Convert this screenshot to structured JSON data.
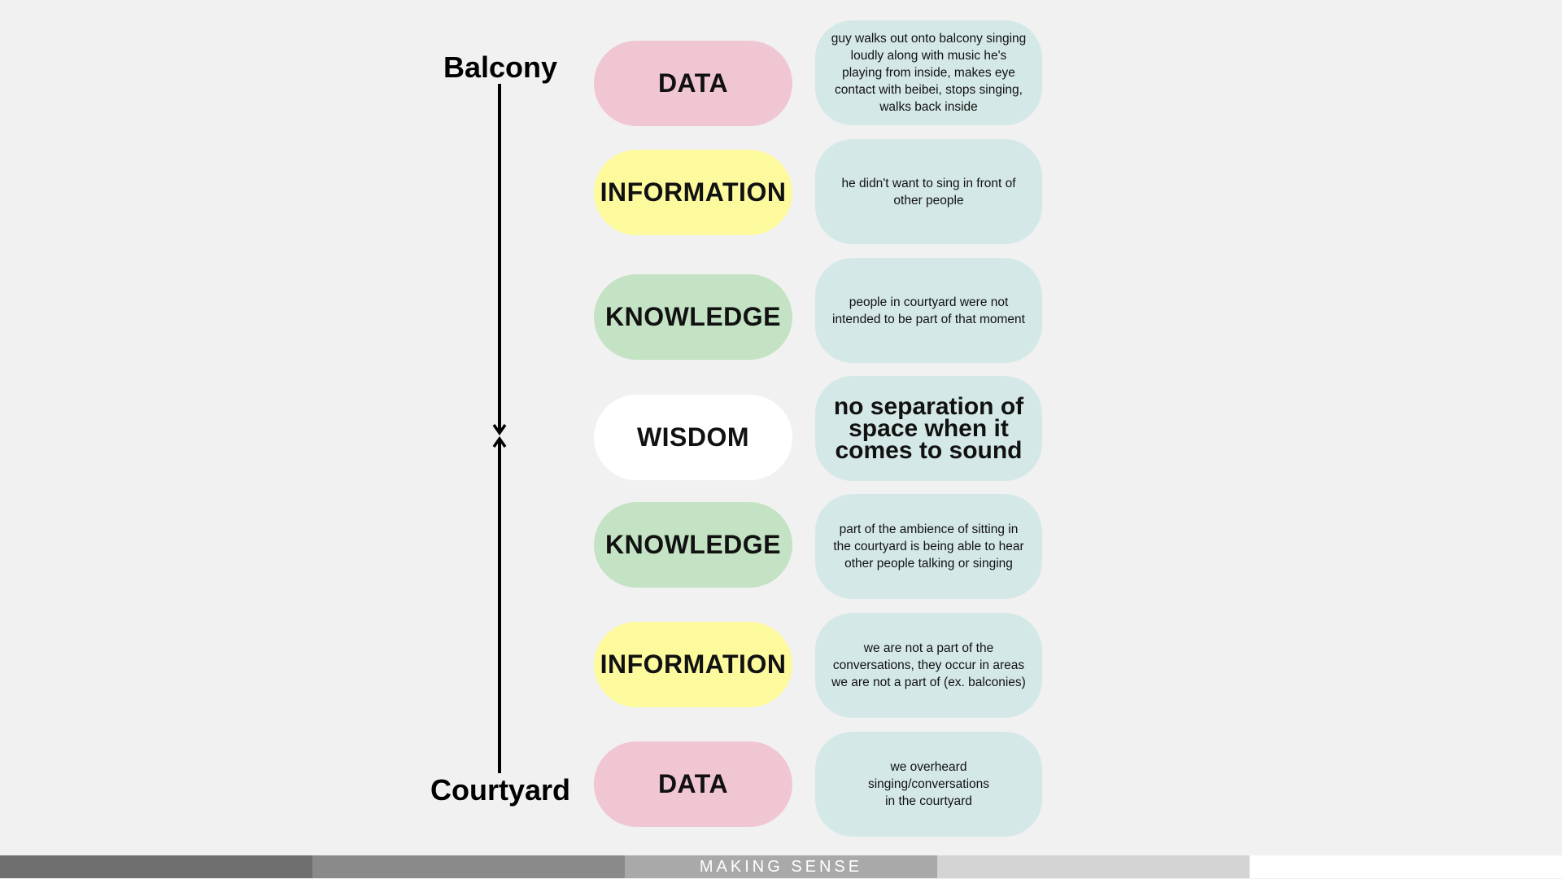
{
  "axis": {
    "top_label": "Balcony",
    "bottom_label": "Courtyard"
  },
  "colors": {
    "data": "#f1c6d3",
    "information": "#fdfa9e",
    "knowledge": "#c4e2c4",
    "wisdom": "#ffffff",
    "note": "#d5e8e8"
  },
  "rows": [
    {
      "level": "DATA",
      "color": "#f1c6d3",
      "note": "guy walks out onto balcony singing loudly along with music he's playing from inside, makes eye contact with beibei, stops singing, walks back inside"
    },
    {
      "level": "INFORMATION",
      "color": "#fdfa9e",
      "note": "he didn't want to sing in front of other people"
    },
    {
      "level": "KNOWLEDGE",
      "color": "#c4e2c4",
      "note": "people in courtyard were not intended to be part of that moment"
    },
    {
      "level": "WISDOM",
      "color": "#ffffff",
      "note": "no separation of space when it comes to sound"
    },
    {
      "level": "KNOWLEDGE",
      "color": "#c4e2c4",
      "note": "part of the ambience of sitting in the courtyard is being able to hear other people talking or singing"
    },
    {
      "level": "INFORMATION",
      "color": "#fdfa9e",
      "note": "we are not a part of the conversations, they occur in areas we are not a part of (ex. balconies)"
    },
    {
      "level": "DATA",
      "color": "#f1c6d3",
      "note": "we overheard\nsinging/conversations\nin the courtyard"
    }
  ],
  "footer": {
    "text": "MAKING SENSE",
    "segment_colors": [
      "#6e6e6e",
      "#8a8a8a",
      "#a9a9a9",
      "#d4d4d4",
      "#ffffff"
    ]
  }
}
